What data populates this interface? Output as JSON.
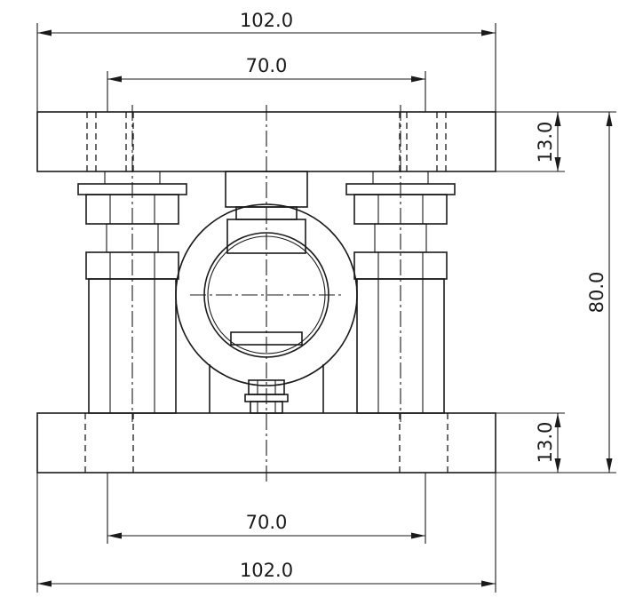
{
  "dimensions": {
    "top_width": "102.0",
    "top_bolt_spacing": "70.0",
    "bottom_bolt_spacing": "70.0",
    "bottom_width": "102.0",
    "top_plate_thickness": "13.0",
    "bottom_plate_thickness": "13.0",
    "overall_height": "80.0"
  },
  "colors": {
    "line": "#1a1a1a",
    "background": "#ffffff"
  }
}
